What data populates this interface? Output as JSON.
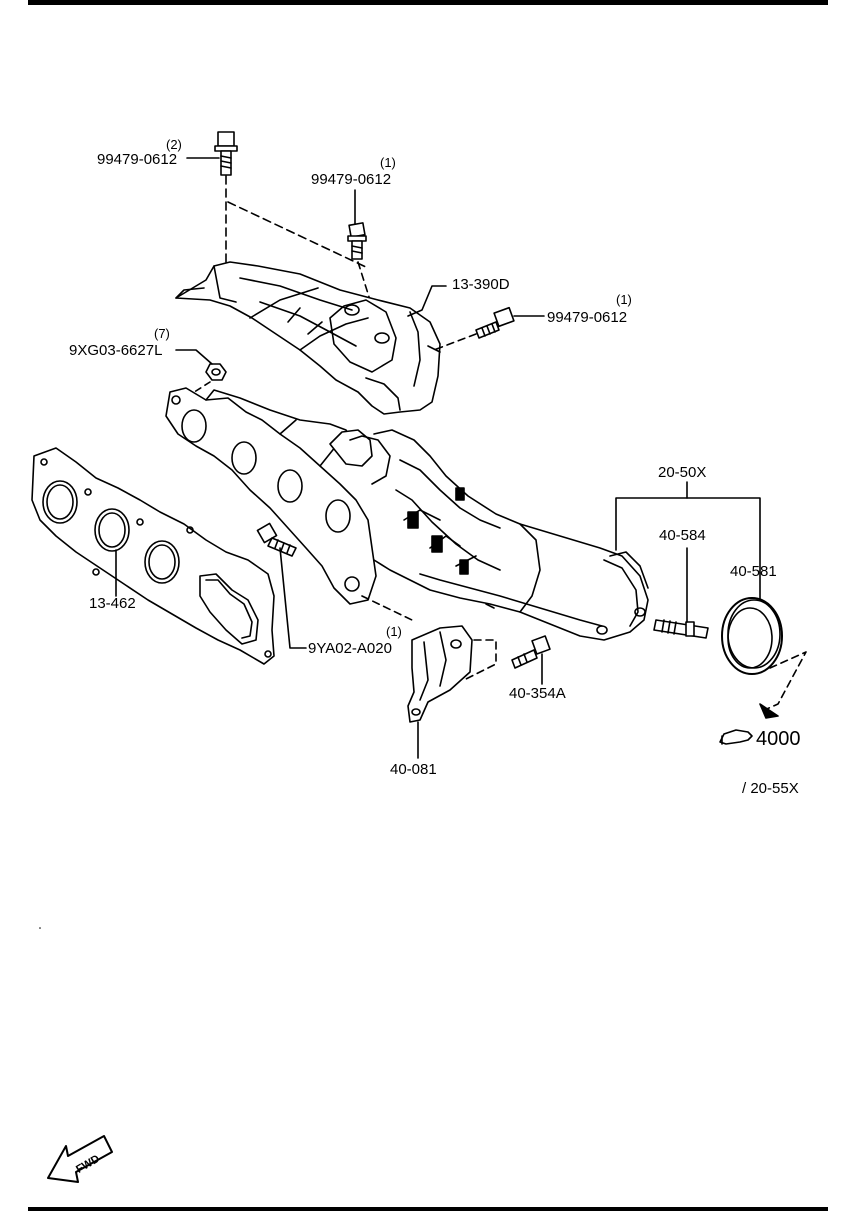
{
  "callouts": {
    "bolt_top_left": {
      "qty": "(2)",
      "part": "99479-0612"
    },
    "bolt_top_center": {
      "qty": "(1)",
      "part": "99479-0612"
    },
    "heat_shield": {
      "part": "13-390D"
    },
    "bolt_right": {
      "qty": "(1)",
      "part": "99479-0612"
    },
    "nut": {
      "qty": "(7)",
      "part": "9XG03-6627L"
    },
    "catalyst_assy": {
      "part": "20-50X"
    },
    "stud": {
      "part": "40-584"
    },
    "ring_gasket": {
      "part": "40-581"
    },
    "manifold_gasket": {
      "part": "13-462"
    },
    "stud_bolt": {
      "qty": "(1)",
      "part": "9YA02-A020"
    },
    "bracket_bolt": {
      "part": "40-354A"
    },
    "bracket": {
      "part": "40-081"
    },
    "reference": {
      "section": "4000",
      "subsection": "/ 20-55X"
    }
  },
  "fwd_label": "FWD"
}
